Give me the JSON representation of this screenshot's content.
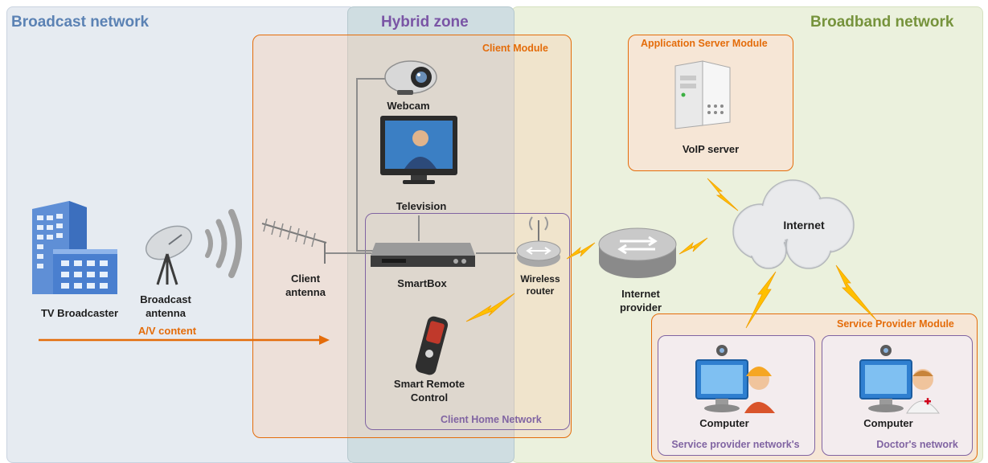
{
  "zones": {
    "broadcast": "Broadcast network",
    "hybrid": "Hybrid zone",
    "broadband": "Broadband network"
  },
  "modules": {
    "client": "Client Module",
    "client_home": "Client Home Network",
    "app_server": "Application Server Module",
    "service_provider": "Service Provider Module"
  },
  "nodes": {
    "webcam": "Webcam",
    "television": "Television",
    "smartbox": "SmartBox",
    "wireless_router_1": "Wireless",
    "wireless_router_2": "router",
    "remote_1": "Smart Remote",
    "remote_2": "Control",
    "client_antenna_1": "Client",
    "client_antenna_2": "antenna",
    "tv_broadcaster": "TV Broadcaster",
    "broadcast_antenna_1": "Broadcast",
    "broadcast_antenna_2": "antenna",
    "internet_provider_1": "Internet",
    "internet_provider_2": "provider",
    "internet": "Internet",
    "voip_server": "VoIP server",
    "computer_1": "Computer",
    "computer_2": "Computer"
  },
  "networks": {
    "service_provider": "Service provider network's",
    "doctor": "Doctor's network"
  },
  "flow": {
    "av_content": "A/V content"
  },
  "colors": {
    "broadcast_zone": "#e6ebf1",
    "hybrid_zone": "#cfdde1",
    "broadband_zone": "#ebf1dd",
    "broadcast_text": "#5b82b4",
    "hybrid_text": "#7a55a5",
    "broadband_text": "#76933c",
    "orange": "#e46c0a",
    "purple": "#8064a2",
    "lightning": "#ffc000"
  }
}
